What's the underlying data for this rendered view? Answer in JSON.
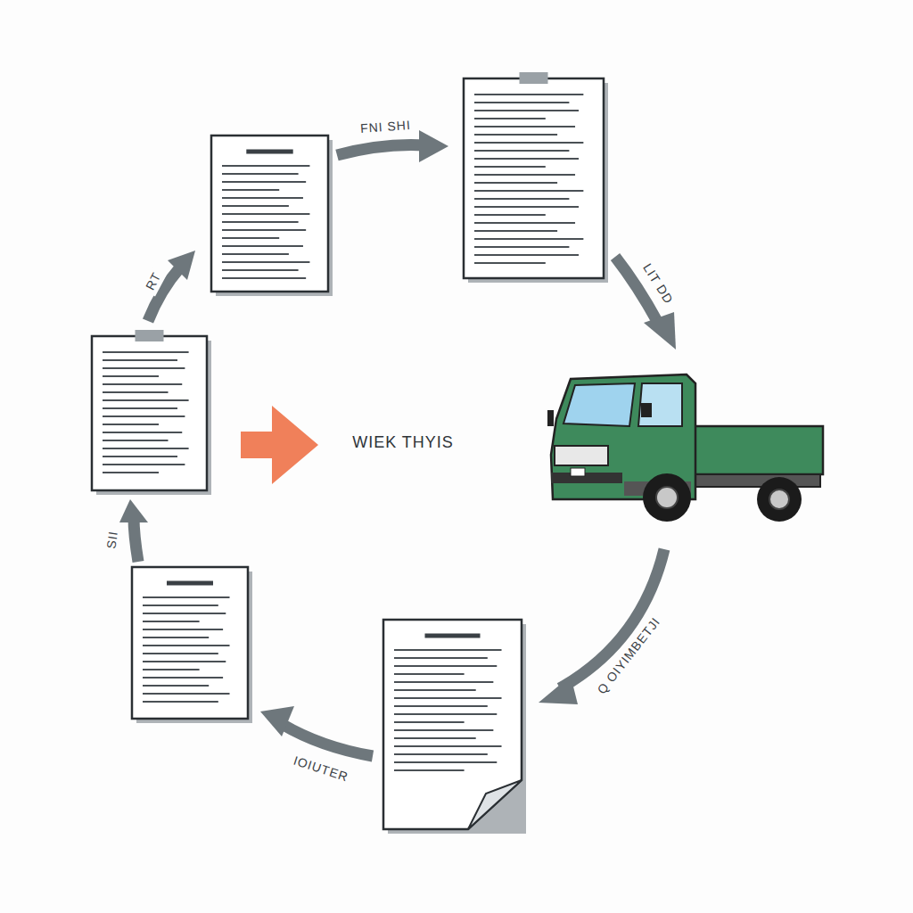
{
  "diagram": {
    "labels": [
      "FNI SHI",
      "RT",
      "LIT DD",
      "WIEK THYIS",
      "SII",
      "Q OIYIMBETJI",
      "IOIUTER"
    ]
  }
}
